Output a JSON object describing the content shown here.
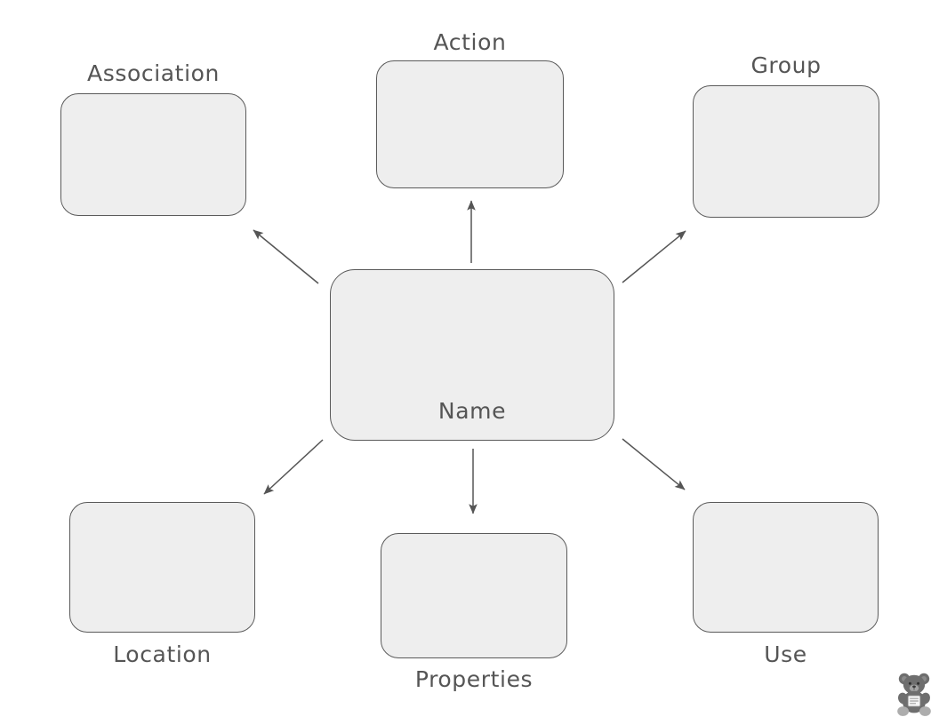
{
  "page": {
    "title": "Concept Map Worksheet",
    "background_color": "#ffffff",
    "box_fill_color": "#eeeeee",
    "box_border_color": "#5a5a5a",
    "text_color": "#555555",
    "arrow_color": "#555555"
  },
  "center": {
    "label": "Name",
    "value": ""
  },
  "nodes": [
    {
      "id": "association",
      "label": "Association",
      "value": "",
      "label_position": "above"
    },
    {
      "id": "action",
      "label": "Action",
      "value": "",
      "label_position": "above"
    },
    {
      "id": "group",
      "label": "Group",
      "value": "",
      "label_position": "above"
    },
    {
      "id": "location",
      "label": "Location",
      "value": "",
      "label_position": "below"
    },
    {
      "id": "properties",
      "label": "Properties",
      "value": "",
      "label_position": "below"
    },
    {
      "id": "use",
      "label": "Use",
      "value": "",
      "label_position": "below"
    }
  ],
  "connections": [
    {
      "from": "center",
      "to": "association",
      "direction": "up-left"
    },
    {
      "from": "center",
      "to": "action",
      "direction": "up"
    },
    {
      "from": "center",
      "to": "group",
      "direction": "up-right"
    },
    {
      "from": "center",
      "to": "location",
      "direction": "down-left"
    },
    {
      "from": "center",
      "to": "properties",
      "direction": "down"
    },
    {
      "from": "center",
      "to": "use",
      "direction": "down-right"
    }
  ],
  "watermark": {
    "icon": "teddy-bear-icon"
  }
}
